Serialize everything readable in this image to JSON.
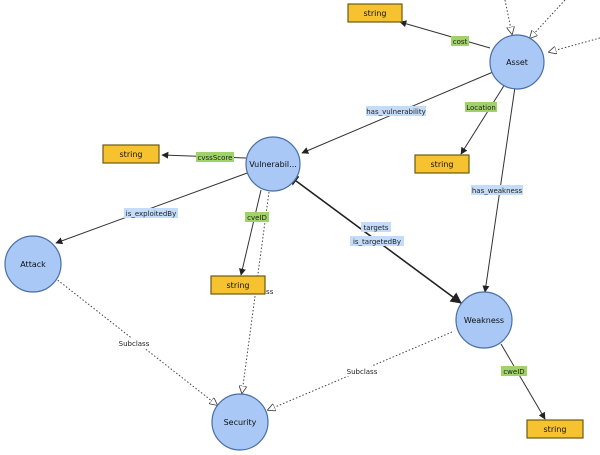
{
  "nodes": {
    "asset": "Asset",
    "vulnerability": "Vulnerabil...",
    "attack": "Attack",
    "weakness": "Weakness",
    "security": "Security",
    "string_cost": "string",
    "string_cvss": "string",
    "string_location": "string",
    "string_cveid": "string",
    "string_cweid": "string"
  },
  "edges": {
    "cost": "cost",
    "has_vulnerability": "has_vulnerability",
    "location": "Location",
    "cvss_score": "cvssScore",
    "has_weakness": "has_weakness",
    "is_exploited_by": "is_exploitedBy",
    "cve_id": "cveID",
    "targets": "targets",
    "is_targeted_by": "is_targetedBy",
    "subclass_vuln": "Subclass",
    "subclass_attack": "Subclass",
    "subclass_weakness": "Subclass",
    "cwe_id": "cweID"
  },
  "colors": {
    "class_fill": "#a9c8f5",
    "literal_fill": "#f7c230",
    "object_property_label": "#c4dcfa",
    "datatype_property_label": "#9fd36a"
  }
}
